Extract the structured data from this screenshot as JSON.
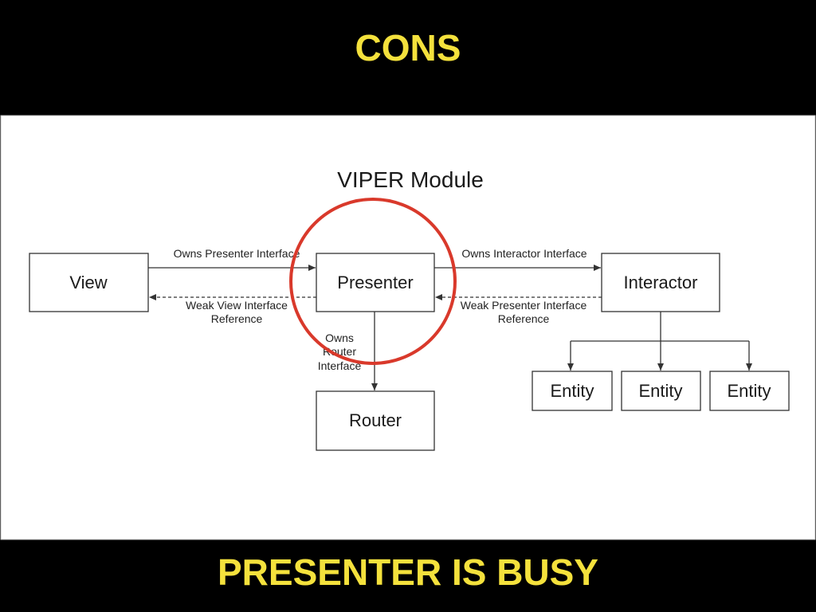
{
  "slide": {
    "title": "CONS",
    "caption": "PRESENTER IS BUSY"
  },
  "diagram": {
    "title": "VIPER Module",
    "nodes": {
      "view": "View",
      "presenter": "Presenter",
      "interactor": "Interactor",
      "router": "Router",
      "entity_1": "Entity",
      "entity_2": "Entity",
      "entity_3": "Entity"
    },
    "edges": {
      "view_to_presenter": {
        "line_style": "solid",
        "label_lines": [
          "Owns Presenter Interface"
        ]
      },
      "presenter_to_view": {
        "line_style": "dashed",
        "label_lines": [
          "Weak View Interface",
          "Reference"
        ]
      },
      "presenter_to_interactor": {
        "line_style": "solid",
        "label_lines": [
          "Owns Interactor Interface"
        ]
      },
      "interactor_to_presenter": {
        "line_style": "dashed",
        "label_lines": [
          "Weak Presenter Interface",
          "Reference"
        ]
      },
      "presenter_to_router": {
        "line_style": "solid",
        "label_lines": [
          "Owns",
          "Router",
          "Interface"
        ]
      },
      "interactor_to_entities": {
        "line_style": "solid"
      }
    }
  },
  "highlight": {
    "shape": "circle",
    "color": "#d9392b"
  },
  "colors": {
    "background": "#000000",
    "text_accent": "#f4e13c",
    "panel": "#ffffff"
  }
}
